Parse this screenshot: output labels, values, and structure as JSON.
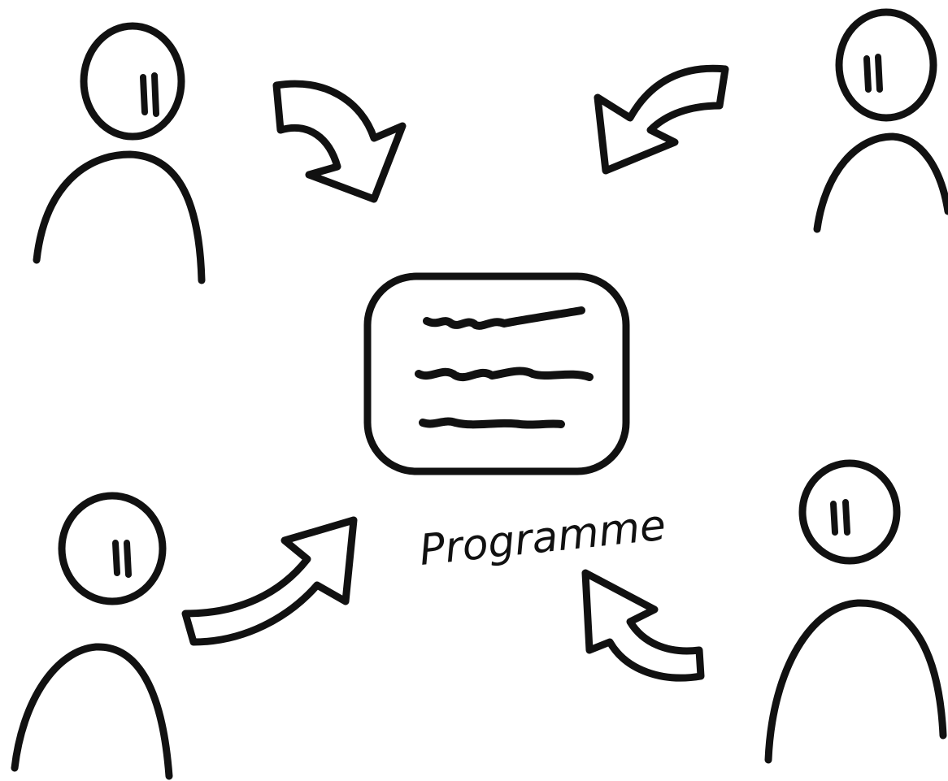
{
  "diagram": {
    "center": {
      "label": "Programme",
      "icon": "document-icon"
    },
    "participants": [
      {
        "id": "person-top-left",
        "icon": "person-icon"
      },
      {
        "id": "person-top-right",
        "icon": "person-icon"
      },
      {
        "id": "person-bottom-left",
        "icon": "person-icon"
      },
      {
        "id": "person-bottom-right",
        "icon": "person-icon"
      }
    ],
    "arrows": [
      {
        "from": "person-top-left",
        "to": "center",
        "icon": "curved-arrow-icon"
      },
      {
        "from": "person-top-right",
        "to": "center",
        "icon": "curved-arrow-icon"
      },
      {
        "from": "person-bottom-left",
        "to": "center",
        "icon": "curved-arrow-icon"
      },
      {
        "from": "person-bottom-right",
        "to": "center",
        "icon": "curved-arrow-icon"
      }
    ],
    "colors": {
      "ink": "#111111",
      "background": "#ffffff"
    }
  }
}
